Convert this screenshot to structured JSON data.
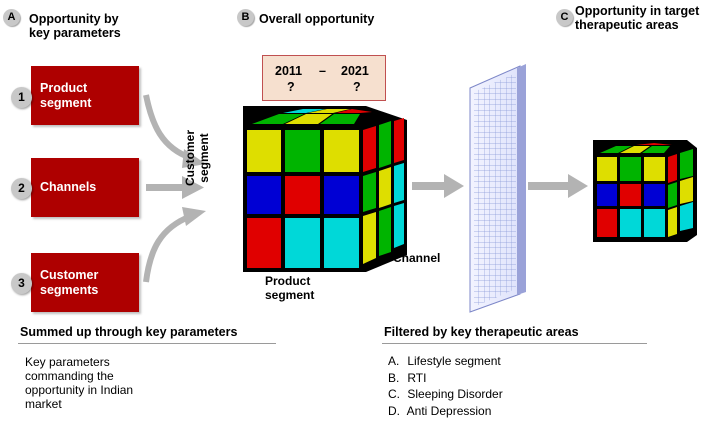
{
  "sections": {
    "a": {
      "letter": "A",
      "title_line1": "Opportunity by",
      "title_line2": "key parameters"
    },
    "b": {
      "letter": "B",
      "title": "Overall opportunity"
    },
    "c": {
      "letter": "C",
      "title_line1": "Opportunity in target",
      "title_line2": "therapeutic areas"
    }
  },
  "parameters": [
    {
      "number": "1",
      "line1": "Product",
      "line2": "segment"
    },
    {
      "number": "2",
      "line1": "Channels",
      "line2": ""
    },
    {
      "number": "3",
      "line1": "Customer",
      "line2": "segments"
    }
  ],
  "years": {
    "start": "2011",
    "dash": "–",
    "end": "2021",
    "start_value": "?",
    "end_value": "?"
  },
  "cube_labels": {
    "customer_line1": "Customer",
    "customer_line2": "segment",
    "channel": "Channel",
    "product_line1": "Product",
    "product_line2": "segment"
  },
  "left_summary": {
    "heading": "Summed up through key parameters",
    "lines": [
      "Key parameters",
      "commanding the",
      "opportunity in Indian",
      "market"
    ]
  },
  "right_summary": {
    "heading": "Filtered by key therapeutic areas",
    "items": [
      {
        "letter": "A.",
        "text": "Lifestyle segment"
      },
      {
        "letter": "B.",
        "text": "RTI"
      },
      {
        "letter": "C.",
        "text": "Sleeping Disorder"
      },
      {
        "letter": "D.",
        "text": "Anti Depression"
      }
    ]
  },
  "colors": {
    "segment_box": "#ae0000",
    "arrow": "#b3b3b3",
    "cube_yellow": "#dede00",
    "cube_green": "#00b400",
    "cube_red": "#e00000",
    "cube_blue": "#0000d4",
    "cube_cyan": "#00d8d8"
  }
}
